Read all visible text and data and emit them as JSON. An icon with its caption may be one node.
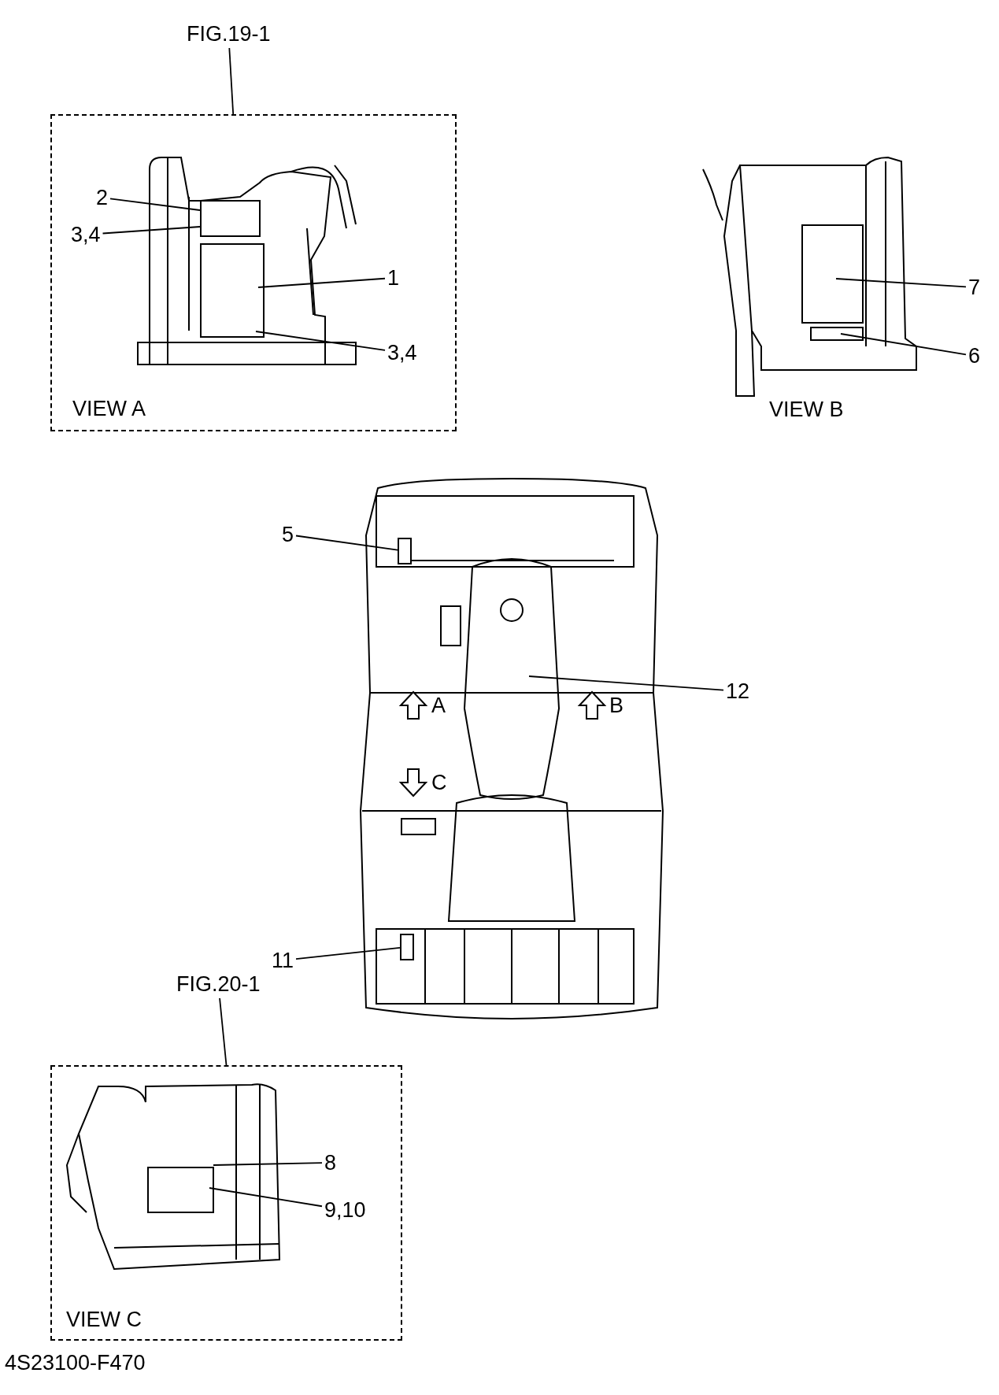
{
  "diagram": {
    "nodes": [
      {
        "text": [
          "VIEW A"
        ]
      },
      {
        "text": [
          "FIG.19-1"
        ]
      },
      {
        "text": [
          "2"
        ],
        "in": 0
      },
      {
        "text": [
          "3,4"
        ],
        "in": 0
      },
      {
        "text": [
          "1"
        ],
        "in": 0
      },
      {
        "text": [
          "3,4"
        ],
        "in": 0
      },
      {
        "text": [
          "7"
        ]
      },
      {
        "text": [
          "6"
        ]
      },
      {
        "text": [
          "5"
        ]
      },
      {
        "text": [
          "12"
        ]
      },
      {
        "text": [
          "11"
        ]
      },
      {
        "text": [
          "VIEW C"
        ]
      },
      {
        "text": [
          "FIG.20-1"
        ]
      },
      {
        "text": [
          "8"
        ],
        "in": 11
      },
      {
        "text": [
          "9,10"
        ],
        "in": 11
      },
      {
        "text": [],
        "shape": "box"
      },
      {
        "text": [],
        "shape": "box"
      }
    ],
    "edges": [
      {
        "from": 1,
        "to": 0,
        "arrow": "none"
      },
      {
        "from": 2,
        "to": null,
        "arrow": "none"
      },
      {
        "from": 3,
        "to": null,
        "arrow": "none"
      },
      {
        "from": 4,
        "to": null,
        "arrow": "none"
      },
      {
        "from": 5,
        "to": null,
        "arrow": "none"
      },
      {
        "from": 6,
        "to": null,
        "arrow": "none"
      },
      {
        "from": 7,
        "to": null,
        "arrow": "none"
      },
      {
        "from": 8,
        "to": 15,
        "arrow": "none"
      },
      {
        "from": 9,
        "to": null,
        "arrow": "none"
      },
      {
        "from": 10,
        "to": 16,
        "arrow": "none"
      },
      {
        "from": 12,
        "to": 11,
        "arrow": "none"
      },
      {
        "from": 13,
        "to": null,
        "arrow": "none"
      },
      {
        "from": 14,
        "to": null,
        "arrow": "none"
      }
    ],
    "labels": [
      "VIEW B",
      "A",
      "B",
      "C",
      "4S23100-F470"
    ]
  }
}
